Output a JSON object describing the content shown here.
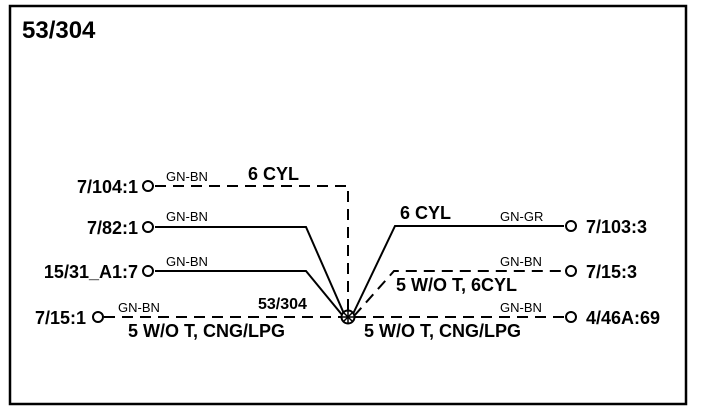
{
  "title": "53/304",
  "splice": {
    "label": "53/304",
    "color": "#000000"
  },
  "terminals": {
    "t_7_104_1": "7/104:1",
    "t_7_82_1": "7/82:1",
    "t_15_31_a1_7": "15/31_A1:7",
    "t_7_15_1": "7/15:1",
    "t_7_103_3": "7/103:3",
    "t_7_15_3": "7/15:3",
    "t_4_46a_69": "4/46A:69"
  },
  "wire_colors": {
    "w_7_104_1": "GN-BN",
    "w_7_82_1": "GN-BN",
    "w_15_31_a1_7": "GN-BN",
    "w_7_15_1": "GN-BN",
    "w_7_103_3": "GN-GR",
    "w_7_15_3": "GN-BN",
    "w_4_46a_69": "GN-BN"
  },
  "variants": {
    "v_6cyl_left": "6 CYL",
    "v_6cyl_right": "6 CYL",
    "v_5wot_6cyl": "5 W/O T, 6CYL",
    "v_5wot_cng_left": "5 W/O T, CNG/LPG",
    "v_5wot_cng_right": "5 W/O T, CNG/LPG"
  }
}
